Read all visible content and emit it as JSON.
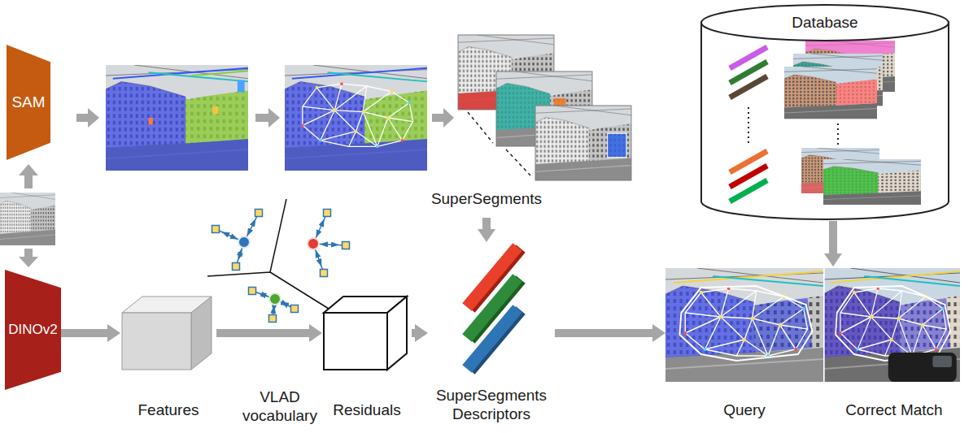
{
  "diagram": {
    "nodes": [
      {
        "text": [
          "SAM"
        ]
      },
      {
        "text": [
          "DINOv2"
        ]
      },
      {
        "text": [
          "SuperSegments"
        ]
      },
      {
        "text": [
          "Database"
        ]
      },
      {
        "text": [
          "Features"
        ]
      },
      {
        "text": [
          "Residuals"
        ]
      },
      {
        "text": [
          "SuperSegments Descriptors"
        ]
      },
      {
        "text": [
          "Query"
        ]
      },
      {
        "text": [
          "Correct Match"
        ]
      }
    ],
    "edges": [
      {
        "from": 1,
        "to": 4,
        "arrow": "to"
      },
      {
        "from": 4,
        "to": 5,
        "arrow": "to"
      },
      {
        "from": 5,
        "to": 6,
        "arrow": "to"
      },
      {
        "from": 2,
        "to": 6,
        "arrow": "to"
      },
      {
        "from": 6,
        "to": 7,
        "arrow": "to"
      },
      {
        "from": 3,
        "to": 8,
        "arrow": "to"
      }
    ],
    "labels": [
      "VLAD vocabulary"
    ]
  }
}
